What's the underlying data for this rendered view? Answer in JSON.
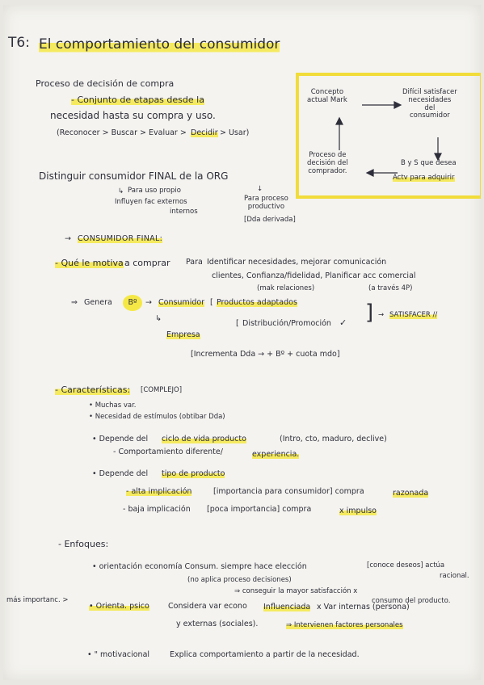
{
  "title": {
    "prefix": "T6:",
    "text": "El comportamiento del consumidor"
  },
  "s1": {
    "bullet": "Proceso de decisión de compra",
    "def1": "- Conjunto de etapas desde la",
    "def2": "necesidad hasta su compra y uso.",
    "steps_a": "(Reconocer > Buscar > Evaluar >",
    "steps_b": "Decidir",
    "steps_c": "> Usar)"
  },
  "box": {
    "concepto": "Concepto\nactual Mark",
    "dificil": "Difícil satisfacer\nnecesidades\ndel\nconsumidor",
    "proceso": "Proceso de\ndecisión del\ncomprador.",
    "bys": "B y S que desea",
    "actv": "Actv para adquirir"
  },
  "s2": {
    "bullet": "Distinguir consumidor FINAL de la ORG",
    "propio": "Para uso propio",
    "influyen1": "Influyen fac externos",
    "influyen2": "internos",
    "proceso": "Para proceso\nproductivo",
    "dda": "[Dda derivada]"
  },
  "s3": {
    "heading": "CONSUMIDOR FINAL:",
    "motiva_a": "- Qué le motiva",
    "motiva_b": " a comprar",
    "para1": "Para",
    "para2": "Identificar necesidades, mejorar comunicación",
    "para3": "clientes, Confianza/fidelidad, Planificar acc comercial",
    "para4": "(mak relaciones)",
    "para5": "(a través 4P)",
    "genera": "Genera",
    "bo": "Bº",
    "consumidor": "Consumidor",
    "productos": "Productos adaptados",
    "distribucion": "Distribución/Promoción",
    "check": "✓",
    "satisfacer": "SATISFACER //",
    "empresa": "Empresa",
    "incremento": "[Incrementa Dda → + Bº + cuota mdo]"
  },
  "s4": {
    "heading": "- Características:",
    "complejo": "[COMPLEJO]",
    "i1": "• Muchas var.",
    "i2": "• Necesidad de estímulos (obtibar Dda)",
    "d1_a": "• Depende del",
    "d1_b": "ciclo de vida producto",
    "d1_c": "(Intro, cto, maduro, declive)",
    "d1_sub_a": "- Comportamiento diferente/",
    "d1_sub_b": "experiencia.",
    "d2_a": "• Depende del",
    "d2_b": "tipo de producto",
    "alta_a": "- alta implicación",
    "alta_b": "[importancia para consumidor] compra",
    "alta_c": "razonada",
    "baja_a": "- baja implicación",
    "baja_b": "[poca importancia] compra",
    "baja_c": "x impulso"
  },
  "s5": {
    "heading": "- Enfoques:",
    "e1_a": "• orientación economía Consum. siempre hace elección",
    "e1_b": "[conoce deseos] actúa",
    "e1_c": "racional.",
    "e1_d": "(no aplica proceso decisiones)",
    "e1_e": "⇒ conseguir la mayor satisfacción x",
    "e1_f": "consumo del producto.",
    "mas": "más importanc. >",
    "e2_a": "• Orienta. psico",
    "e2_b": "Considera var econo",
    "e2_c": "Influenciada",
    "e2_d": "x Var internas (persona)",
    "e2_e": "y externas (sociales).",
    "e2_f": "⇒ Intervienen factores personales",
    "e3_a": "• \"   motivacional",
    "e3_b": "Explica comportamiento a partir de la necesidad."
  },
  "colors": {
    "ink": "#2d2e3a",
    "highlight": "#f5e846",
    "paper": "#f4f3ef"
  }
}
